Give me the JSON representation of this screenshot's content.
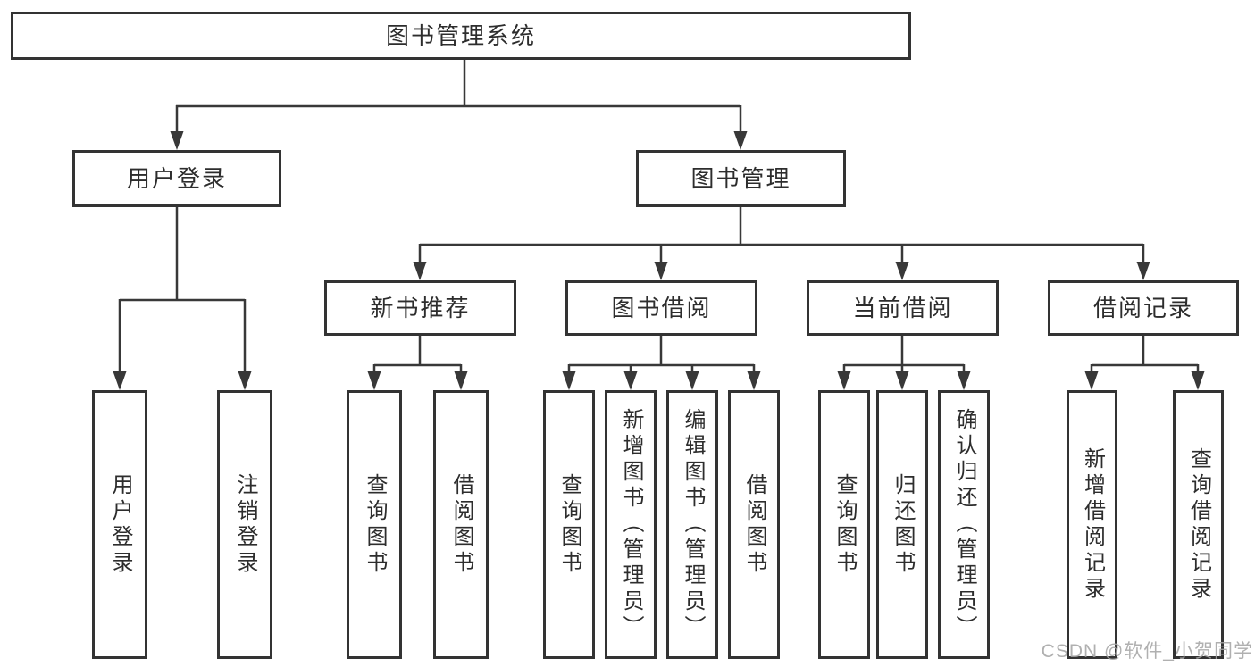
{
  "diagram": {
    "root": {
      "label": "图书管理系统"
    },
    "login": {
      "label": "用户登录",
      "children": [
        {
          "label": "用户登录"
        },
        {
          "label": "注销登录"
        }
      ]
    },
    "management": {
      "label": "图书管理",
      "children": [
        {
          "label": "新书推荐",
          "children": [
            {
              "label": "查询图书"
            },
            {
              "label": "借阅图书"
            }
          ]
        },
        {
          "label": "图书借阅",
          "children": [
            {
              "label": "查询图书"
            },
            {
              "label": "新增图书（管理员）"
            },
            {
              "label": "编辑图书（管理员）"
            },
            {
              "label": "借阅图书"
            }
          ]
        },
        {
          "label": "当前借阅",
          "children": [
            {
              "label": "查询图书"
            },
            {
              "label": "归还图书"
            },
            {
              "label": "确认归还（管理员）"
            }
          ]
        },
        {
          "label": "借阅记录",
          "children": [
            {
              "label": "新增借阅记录"
            },
            {
              "label": "查询借阅记录"
            }
          ]
        }
      ]
    }
  },
  "watermark": {
    "text": "CSDN @软件_小贺同学"
  },
  "colors": {
    "line": "#383838",
    "box_border": "#333333",
    "text": "#2d2d2d",
    "watermark": "#a5a5a5"
  }
}
